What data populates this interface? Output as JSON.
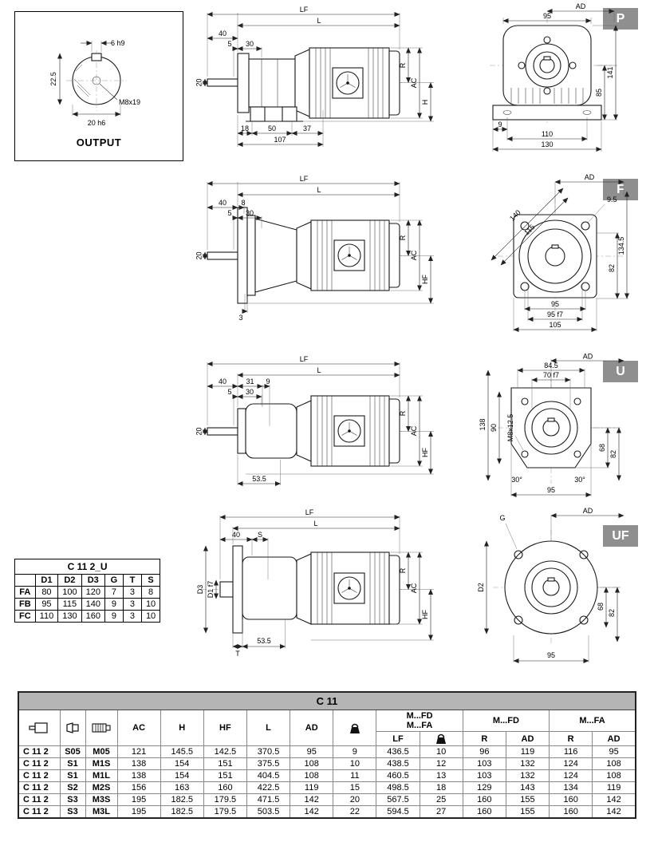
{
  "output_box": {
    "title": "OUTPUT",
    "dim_top": "6 h9",
    "dim_left": "22.5",
    "dim_right": "M8x19",
    "dim_bottom": "20 h6"
  },
  "variants": {
    "p": {
      "tab": "P",
      "side": {
        "lf": "LF",
        "l": "L",
        "n40": "40",
        "n5": "5",
        "n30": "30",
        "n20": "20",
        "r": "R",
        "ac": "AC",
        "h": "H",
        "n18": "18",
        "n50": "50",
        "n37": "37",
        "n107": "107"
      },
      "front": {
        "ad": "AD",
        "n95": "95",
        "n141": "141",
        "n85": "85",
        "n9": "9",
        "n110": "110",
        "n130": "130"
      }
    },
    "f": {
      "tab": "F",
      "side": {
        "lf": "LF",
        "l": "L",
        "n40": "40",
        "n8": "8",
        "n5": "5",
        "n30": "30",
        "n20": "20",
        "r": "R",
        "ac": "AC",
        "hf": "HF",
        "n3": "3"
      },
      "front": {
        "ad": "AD",
        "n9_5": "9.5",
        "n140": "140",
        "n115": "115",
        "n134_5": "134.5",
        "n82": "82",
        "n95": "95",
        "n95f7": "95 f7",
        "n105": "105"
      }
    },
    "u": {
      "tab": "U",
      "side": {
        "lf": "LF",
        "l": "L",
        "n40": "40",
        "n31": "31",
        "n9": "9",
        "n5": "5",
        "n30": "30",
        "n20": "20",
        "r": "R",
        "ac": "AC",
        "hf": "HF",
        "n53_5": "53.5"
      },
      "front": {
        "ad": "AD",
        "n84_5": "84.5",
        "n70f7": "70 f7",
        "n138": "138",
        "n90": "90",
        "m8": "M8x12.5",
        "n68": "68",
        "n82": "82",
        "a30l": "30°",
        "a30r": "30°",
        "n95": "95"
      }
    },
    "uf": {
      "tab": "UF",
      "side": {
        "lf": "LF",
        "l": "L",
        "n40": "40",
        "s": "S",
        "d3": "D3",
        "d1f7": "D1 f7",
        "t": "T",
        "n53_5": "53.5",
        "r": "R",
        "ac": "AC",
        "hf": "HF"
      },
      "front": {
        "g": "G",
        "ad": "AD",
        "d2": "D2",
        "n68": "68",
        "n82": "82",
        "n95": "95"
      }
    }
  },
  "small_table": {
    "title": "C 11 2_U",
    "headers": [
      "",
      "D1",
      "D2",
      "D3",
      "G",
      "T",
      "S"
    ],
    "rows": [
      [
        "FA",
        "80",
        "100",
        "120",
        "7",
        "3",
        "8"
      ],
      [
        "FB",
        "95",
        "115",
        "140",
        "9",
        "3",
        "10"
      ],
      [
        "FC",
        "110",
        "130",
        "160",
        "9",
        "3",
        "10"
      ]
    ]
  },
  "big_table": {
    "title": "C 11",
    "group_fd_fa": [
      "M...FD",
      "M...FA"
    ],
    "group_fd": "M...FD",
    "group_fa": "M...FA",
    "headers": {
      "ac": "AC",
      "h": "H",
      "hf": "HF",
      "l": "L",
      "ad": "AD",
      "lf": "LF",
      "r_fd": "R",
      "ad_fd": "AD",
      "r_fa": "R",
      "ad_fa": "AD"
    },
    "rows": [
      [
        "C 11 2",
        "S05",
        "M05",
        "121",
        "145.5",
        "142.5",
        "370.5",
        "95",
        "9",
        "436.5",
        "10",
        "96",
        "119",
        "116",
        "95"
      ],
      [
        "C 11 2",
        "S1",
        "M1S",
        "138",
        "154",
        "151",
        "375.5",
        "108",
        "10",
        "438.5",
        "12",
        "103",
        "132",
        "124",
        "108"
      ],
      [
        "C 11 2",
        "S1",
        "M1L",
        "138",
        "154",
        "151",
        "404.5",
        "108",
        "11",
        "460.5",
        "13",
        "103",
        "132",
        "124",
        "108"
      ],
      [
        "C 11 2",
        "S2",
        "M2S",
        "156",
        "163",
        "160",
        "422.5",
        "119",
        "15",
        "498.5",
        "18",
        "129",
        "143",
        "134",
        "119"
      ],
      [
        "C 11 2",
        "S3",
        "M3S",
        "195",
        "182.5",
        "179.5",
        "471.5",
        "142",
        "20",
        "567.5",
        "25",
        "160",
        "155",
        "160",
        "142"
      ],
      [
        "C 11 2",
        "S3",
        "M3L",
        "195",
        "182.5",
        "179.5",
        "503.5",
        "142",
        "22",
        "594.5",
        "27",
        "160",
        "155",
        "160",
        "142"
      ]
    ]
  },
  "icons": {
    "gearbox": "gearbox-icon",
    "input_unit": "input-unit-icon",
    "motor": "motor-icon",
    "weight": "weight-icon"
  }
}
